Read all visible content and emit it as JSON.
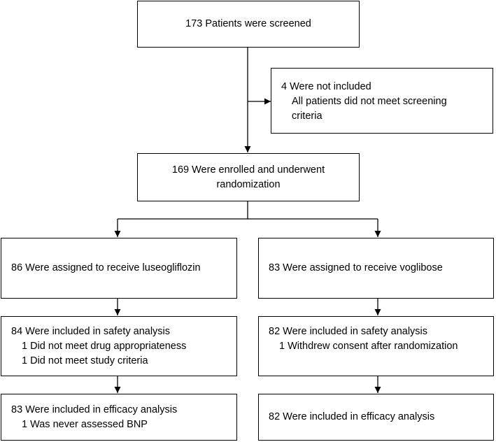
{
  "flowchart": {
    "screened": {
      "text": "173 Patients were screened"
    },
    "excluded": {
      "title": "4 Were not included",
      "reason_line1": "All patients did not meet screening",
      "reason_line2": "criteria"
    },
    "randomized": {
      "line1": "169 Were enrolled and underwent",
      "line2": "randomization"
    },
    "arms": [
      {
        "assigned": "86 Were assigned to receive luseogliflozin",
        "safety": {
          "title": "84 Were included in safety analysis",
          "reasons": [
            "1 Did not meet drug appropriateness",
            "1 Did not meet study criteria"
          ]
        },
        "efficacy": {
          "title": "83 Were included in efficacy analysis",
          "reasons": [
            "1 Was never assessed BNP"
          ]
        }
      },
      {
        "assigned": "83 Were assigned to receive voglibose",
        "safety": {
          "title": "82 Were included in safety analysis",
          "reasons": [
            "1 Withdrew consent after randomization"
          ]
        },
        "efficacy": {
          "title": "82 Were included in efficacy analysis",
          "reasons": []
        }
      }
    ]
  }
}
